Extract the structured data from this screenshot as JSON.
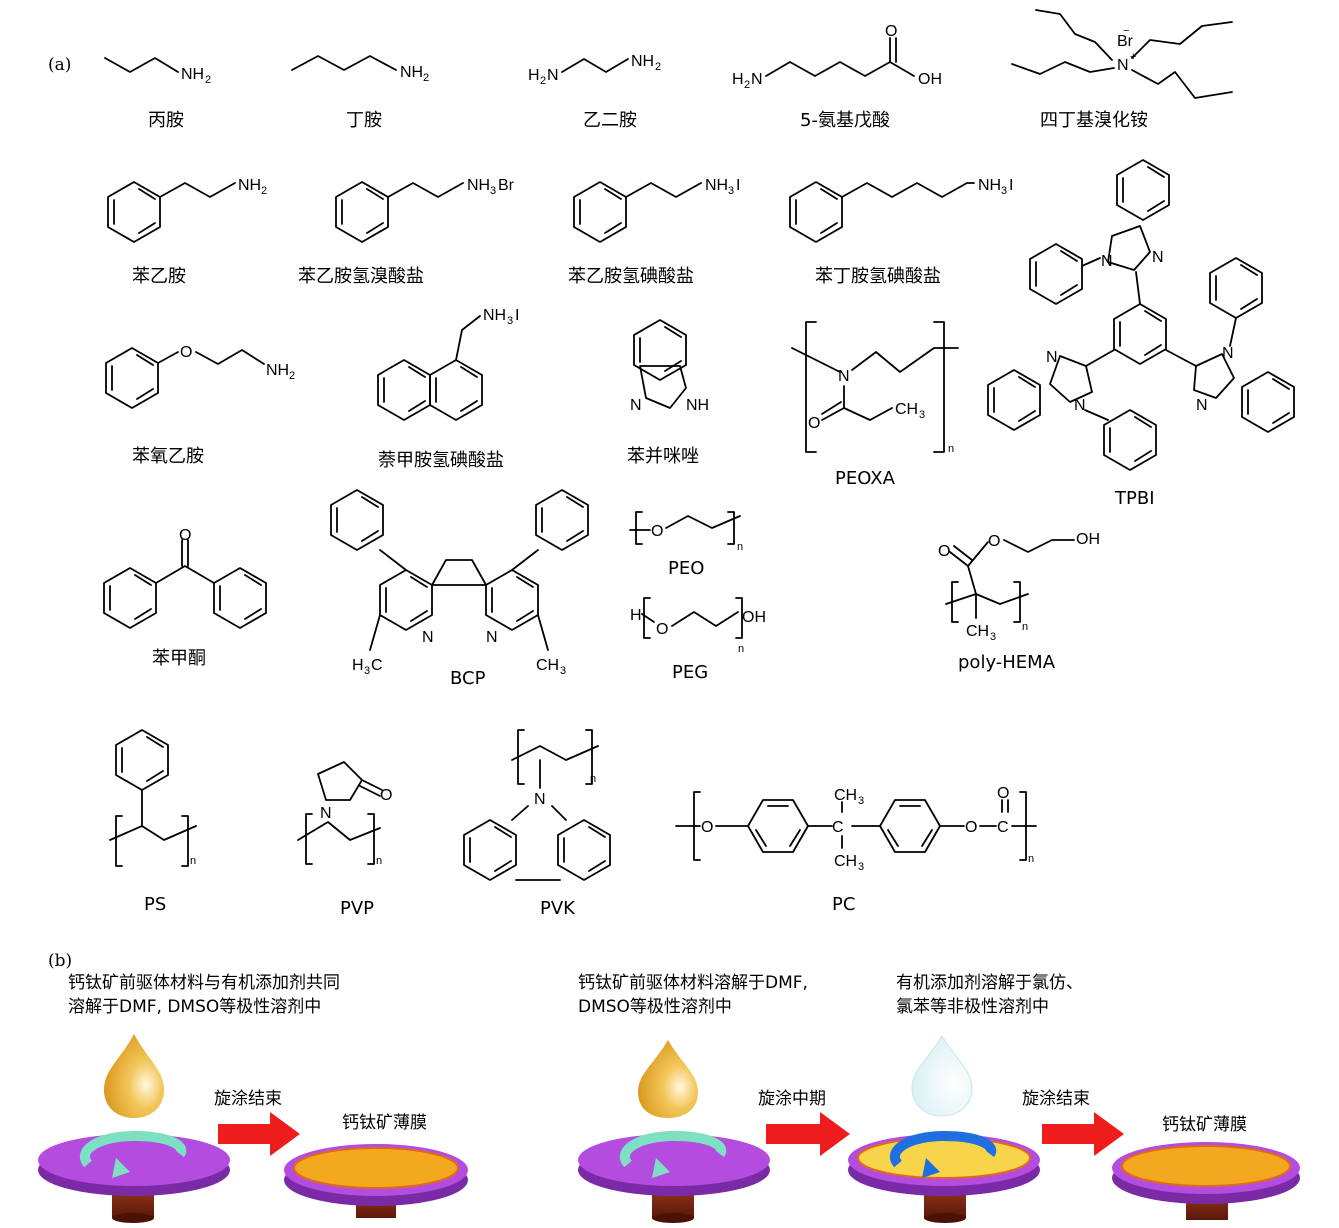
{
  "panel_a": {
    "tag": "(a)",
    "molecules": [
      {
        "id": "propylamine",
        "label": "丙胺"
      },
      {
        "id": "butylamine",
        "label": "丁胺"
      },
      {
        "id": "ethylenediamine",
        "label": "乙二胺"
      },
      {
        "id": "aminovaleric",
        "label": "5-氨基戊酸"
      },
      {
        "id": "tbab",
        "label": "四丁基溴化铵"
      },
      {
        "id": "pea",
        "label": "苯乙胺"
      },
      {
        "id": "peabr",
        "label": "苯乙胺氢溴酸盐"
      },
      {
        "id": "peai",
        "label": "苯乙胺氢碘酸盐"
      },
      {
        "id": "pbai",
        "label": "苯丁胺氢碘酸盐"
      },
      {
        "id": "tpbi",
        "label": "TPBI"
      },
      {
        "id": "poea",
        "label": "苯氧乙胺"
      },
      {
        "id": "nmai",
        "label": "萘甲胺氢碘酸盐"
      },
      {
        "id": "benzimidazole",
        "label": "苯并咪唑"
      },
      {
        "id": "peoxa",
        "label": "PEOXA"
      },
      {
        "id": "benzophenone",
        "label": "苯甲酮"
      },
      {
        "id": "bcp",
        "label": "BCP"
      },
      {
        "id": "peo",
        "label": "PEO"
      },
      {
        "id": "peg",
        "label": "PEG"
      },
      {
        "id": "phema",
        "label": "poly-HEMA"
      },
      {
        "id": "ps",
        "label": "PS"
      },
      {
        "id": "pvp",
        "label": "PVP"
      },
      {
        "id": "pvk",
        "label": "PVK"
      },
      {
        "id": "pc",
        "label": "PC"
      }
    ],
    "atoms": {
      "nh2": "NH",
      "two": "2",
      "h2n": "H",
      "h2n_n": "N",
      "oh": "OH",
      "o": "O",
      "br": "Br",
      "minus": "−",
      "n": "N",
      "plus": "+",
      "nh3br_a": "NH",
      "three": "3",
      "br_s": "Br",
      "nh3i_i": "I",
      "nh": "NH",
      "ch3": "CH",
      "h": "H",
      "index_n": "n"
    }
  },
  "panel_b": {
    "tag": "(b)",
    "left_caption_line1": "钙钛矿前驱体材料与有机添加剂共同",
    "left_caption_line2": "溶解于DMF, DMSO等极性溶剂中",
    "mid_caption_line1": "钙钛矿前驱体材料溶解于DMF,",
    "mid_caption_line2": "DMSO等极性溶剂中",
    "right_caption_line1": "有机添加剂溶解于氯仿、",
    "right_caption_line2": "氯苯等非极性溶剂中",
    "arrow1": "旋涂结束",
    "arrow2": "旋涂中期",
    "arrow3": "旋涂结束",
    "film1": "钙钛矿薄膜",
    "film2": "钙钛矿薄膜",
    "colors": {
      "disk_purple": "#b44ce0",
      "film_orange": "#f2a81f",
      "film_yellow": "#f8d44a",
      "drop_orange": "#e9a823",
      "drop_clear": "#e8f6f8",
      "arrow_red": "#ee1c1c",
      "swirl_green": "#7ee0c2",
      "swirl_blue": "#1f6fe0",
      "spindle": "#7a2410"
    }
  }
}
